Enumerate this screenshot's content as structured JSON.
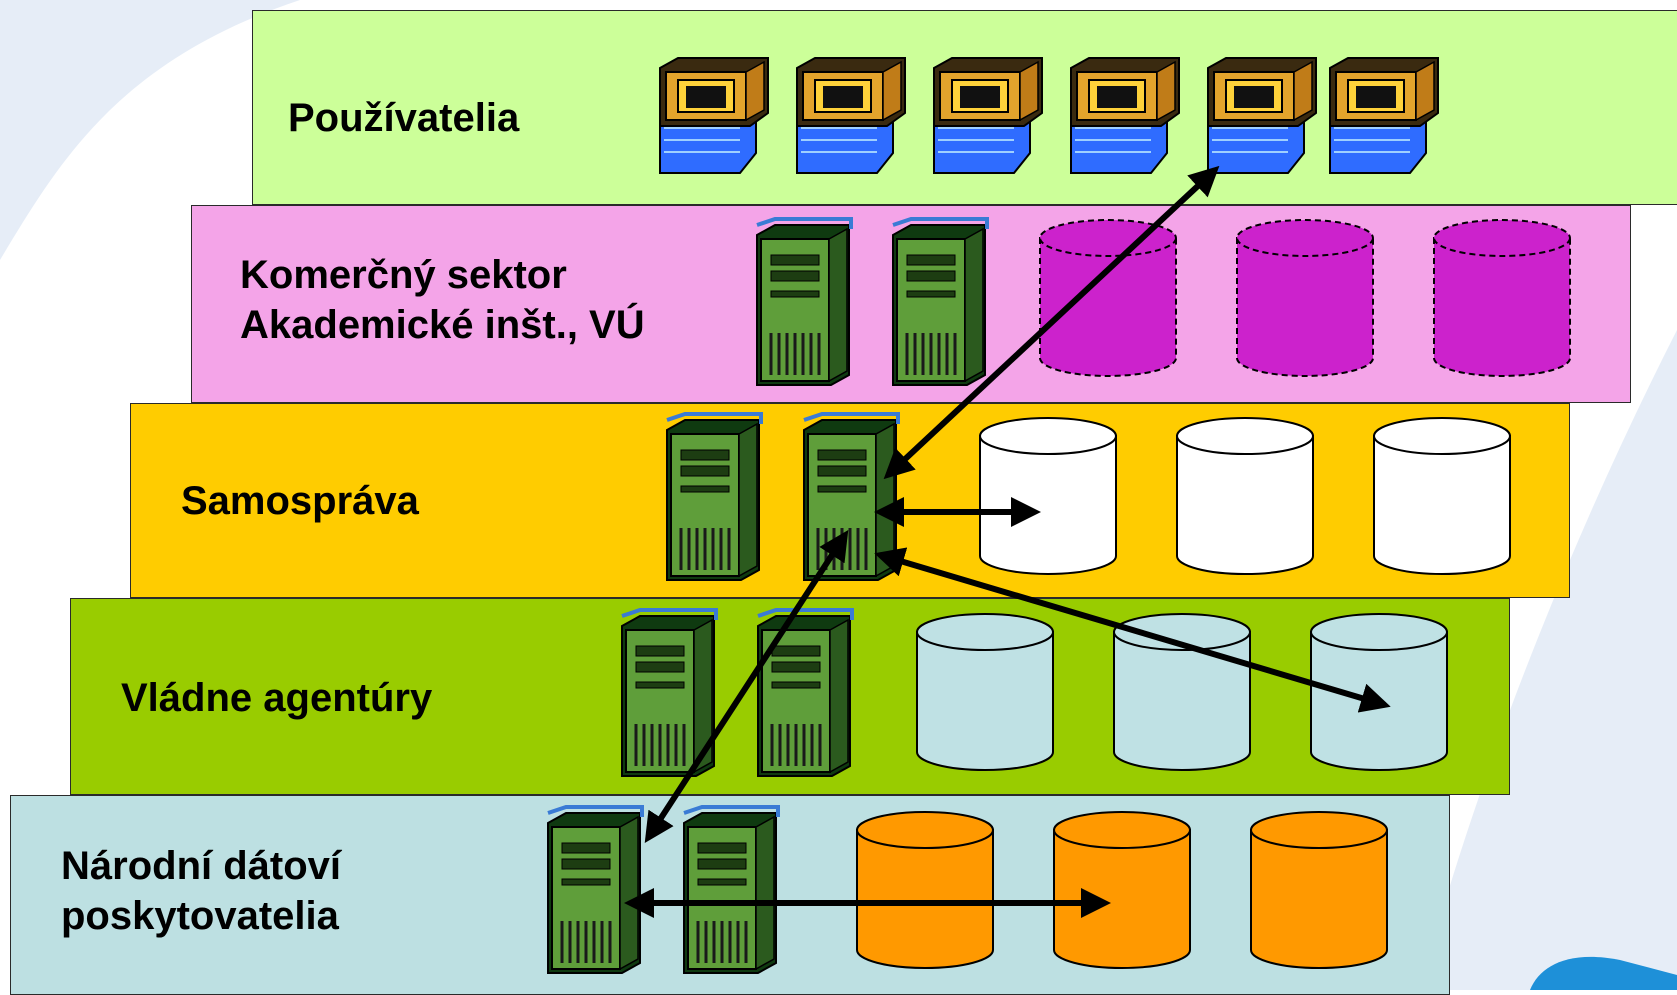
{
  "layers": [
    {
      "id": "users",
      "label_lines": [
        "Používatelia"
      ],
      "color": "#ccff99"
    },
    {
      "id": "commercial",
      "label_lines": [
        "Komerčný sektor",
        "Akademické inšt., VÚ"
      ],
      "color": "#f4a4e8"
    },
    {
      "id": "selfgov",
      "label_lines": [
        "Samospráva"
      ],
      "color": "#ffcc00"
    },
    {
      "id": "gov",
      "label_lines": [
        "Vládne agentúry"
      ],
      "color": "#99cc00"
    },
    {
      "id": "national",
      "label_lines": [
        "Národní dátoví",
        "poskytovatelia"
      ],
      "color": "#bde0e2"
    }
  ],
  "database_colors": {
    "commercial": "#cc22cc",
    "selfgov": "#ffffff",
    "gov": "#bfe1e4",
    "national": "#ff9900"
  },
  "background": {
    "accent": "#dfe8f4",
    "swoosh": "#1e90d8"
  },
  "icons": {
    "user": "computer-icon",
    "server": "server-tower-icon",
    "db": "database-cylinder-icon"
  }
}
